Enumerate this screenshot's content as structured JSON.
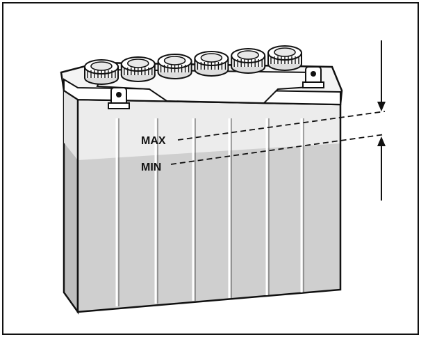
{
  "diagram": {
    "labels": {
      "max": "MAX",
      "min": "MIN"
    },
    "colors": {
      "outline": "#111111",
      "electrolyte": "#cfcfcf",
      "band": "#e6e6e6",
      "background": "#ffffff"
    },
    "caps": 6,
    "cell_dividers": 6
  }
}
